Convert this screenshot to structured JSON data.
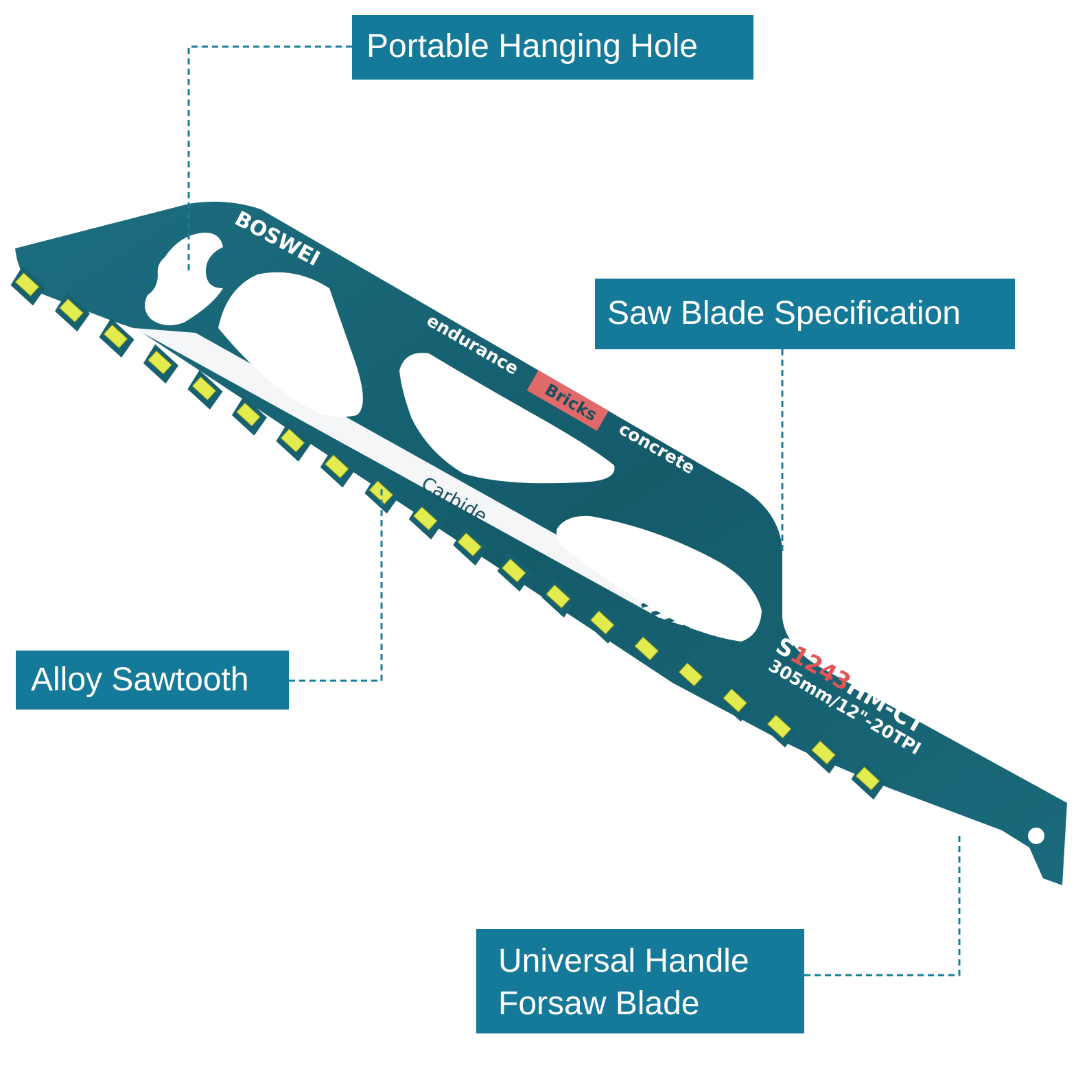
{
  "blade": {
    "brand": "BOSWEI",
    "word_endurance": "endurance",
    "word_bricks": "Bricks",
    "word_concrete": "concrete",
    "word_carbide": "Carbide",
    "model_prefix": "S",
    "model_number": "1243",
    "model_suffix": "HM-CT",
    "spec_line": "305mm/12\"-20TPI"
  },
  "callouts": {
    "hanging_hole": "Portable Hanging Hole",
    "spec": "Saw Blade Specification",
    "sawtooth": "Alloy Sawtooth",
    "handle_line1": "Universal Handle",
    "handle_line2": "Forsaw Blade"
  },
  "colors": {
    "blade": "#17606f",
    "callout": "#157a99",
    "tooth": "#e3ec4e",
    "bricks_tag": "#e06a6a",
    "model_number": "#e05555",
    "leader": "#1a7d99"
  }
}
